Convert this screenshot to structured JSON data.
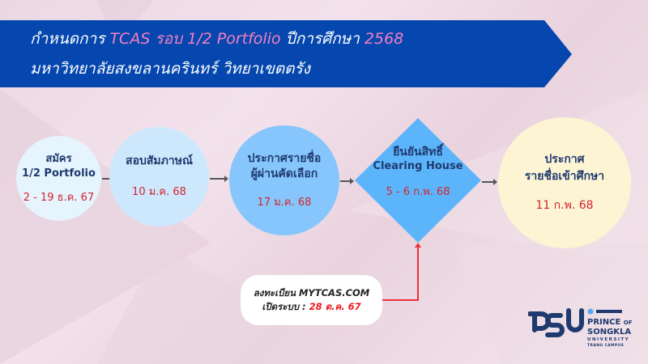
{
  "header": {
    "line1_parts": [
      {
        "text": "กำหนดการ ",
        "highlight": false
      },
      {
        "text": "TCAS รอบ 1/2 Portfolio",
        "highlight": true
      },
      {
        "text": " ปีการศึกษา ",
        "highlight": false
      },
      {
        "text": "2568",
        "highlight": true
      }
    ],
    "line1_a": "กำหนดการ ",
    "line1_b": "TCAS รอบ 1/2 Portfolio",
    "line1_c": " ปีการศึกษา ",
    "line1_d": "2568",
    "line2": "มหาวิทยาลัยสงขลานครินทร์  วิทยาเขตตรัง"
  },
  "steps": [
    {
      "title_lines": [
        "สมัคร",
        "1/2 Portfolio"
      ],
      "title1": "สมัคร",
      "title2": "1/2 Portfolio",
      "date": "2 - 19 ธ.ค. 67",
      "shape": "circle",
      "color": "#e6f4fe"
    },
    {
      "title_lines": [
        "สอบสัมภาษณ์"
      ],
      "title1": "สอบสัมภาษณ์",
      "date": "10 ม.ค. 68",
      "shape": "circle",
      "color": "#cde8fd"
    },
    {
      "title_lines": [
        "ประกาศรายชื่อ",
        "ผู้ผ่านคัดเลือก"
      ],
      "title1": "ประกาศรายชื่อ",
      "title2": "ผู้ผ่านคัดเลือก",
      "date": "17 ม.ค. 68",
      "shape": "circle",
      "color": "#86c6fc"
    },
    {
      "title_lines": [
        "ยืนยันสิทธิ์",
        "Clearing House"
      ],
      "title1": "ยืนยันสิทธิ์",
      "title2": "Clearing House",
      "date": "5 - 6 ก.พ. 68",
      "shape": "diamond",
      "color": "#5cb5fb"
    },
    {
      "title_lines": [
        "ประกาศ",
        "รายชื่อเข้าศึกษา"
      ],
      "title1": "ประกาศ",
      "title2": "รายชื่อเข้าศึกษา",
      "date": "11 ก.พ. 68",
      "shape": "circle",
      "color": "#fdf4d4"
    }
  ],
  "registration": {
    "line1": "ลงทะเบียน  MYTCAS.COM",
    "line2_label": "เปิดระบบ : ",
    "line2_date": "28 ต.ค. 67"
  },
  "logo": {
    "mark": "PSU",
    "line1": "PRINCE",
    "line1_small": "OF",
    "line2": "SONGKLA",
    "line3": "UNIVERSITY",
    "line4": "TRANG CAMPUS"
  },
  "colors": {
    "banner": "#0547ae",
    "highlight": "#f57fc0",
    "title_text": "#1f3a6e",
    "date_text": "#d3242b",
    "connector_red": "#f0303a"
  }
}
